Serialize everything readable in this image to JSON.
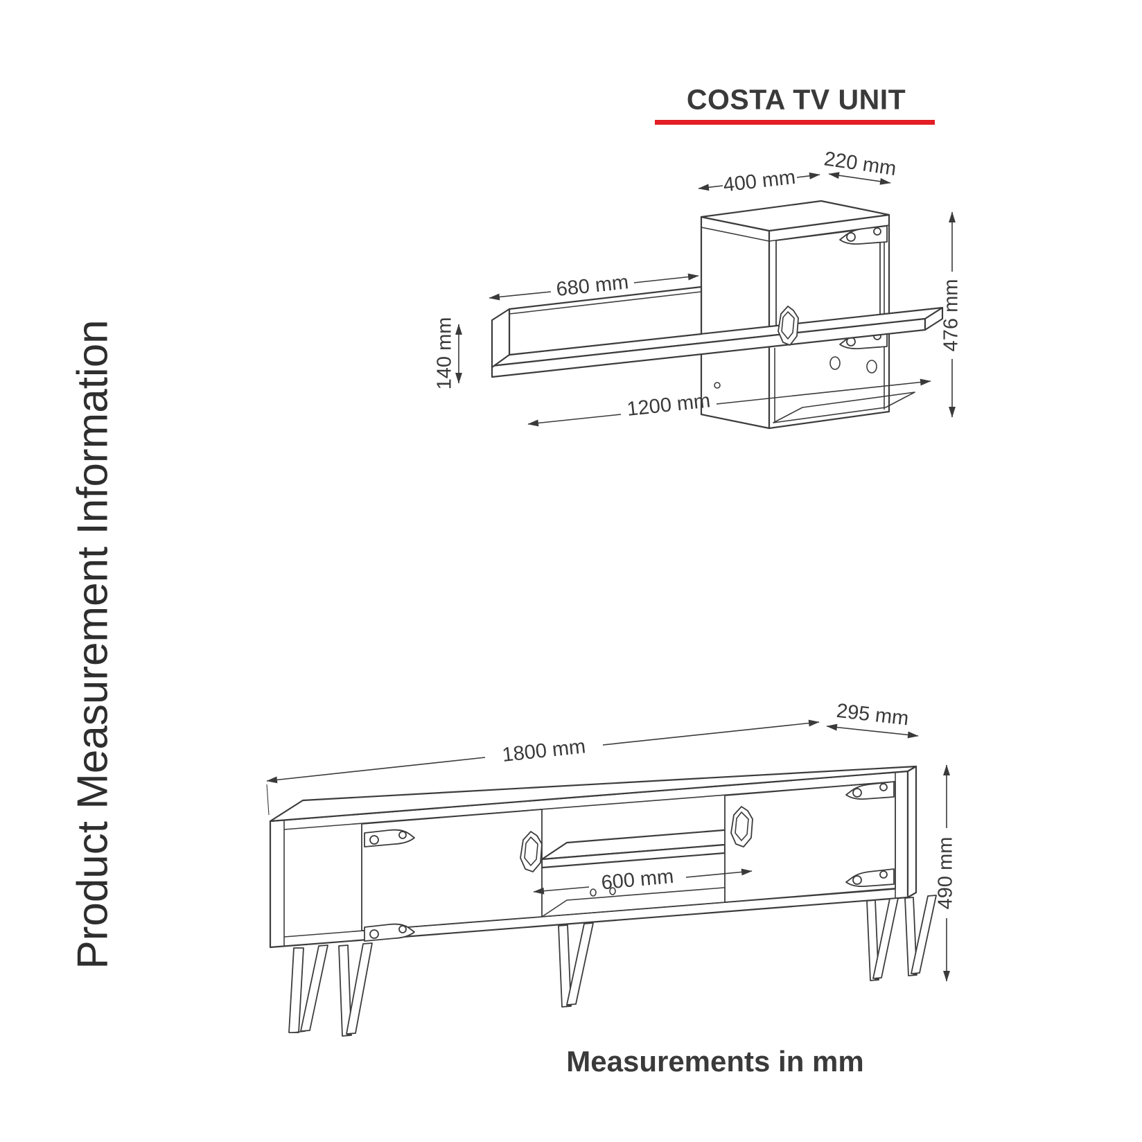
{
  "title": "COSTA TV UNIT",
  "side_label": "Product Measurement Information",
  "footer_note": "Measurements in mm",
  "colors": {
    "accent_red": "#e31e24",
    "line": "#3a3a3a"
  },
  "wall_unit": {
    "dims": {
      "cabinet_width": "400 mm",
      "cabinet_depth": "220 mm",
      "shelf_length": "680 mm",
      "shelf_back_height": "140 mm",
      "total_width": "1200 mm",
      "total_height": "476 mm"
    }
  },
  "tv_stand": {
    "dims": {
      "width": "1800 mm",
      "depth": "295 mm",
      "open_section_width": "600 mm",
      "height": "490 mm"
    }
  }
}
